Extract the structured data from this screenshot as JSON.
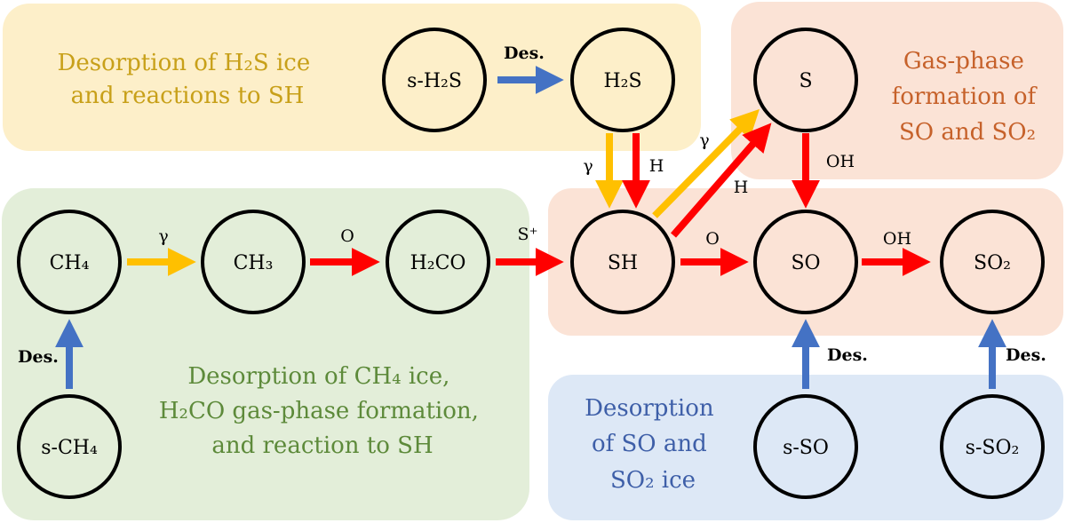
{
  "colors": {
    "yellow_region": "#fdefc9",
    "green_region": "#e3eed9",
    "orange_region": "#fbe3d6",
    "blue_region": "#dde8f6",
    "yellow_text": "#c8a019",
    "green_text": "#5d8a3a",
    "orange_text": "#c6612a",
    "blue_text": "#3e5fa8",
    "arrow_desorption": "#4472c4",
    "arrow_photo": "#ffc000",
    "arrow_reaction": "#ff0000",
    "node_stroke": "#000000"
  },
  "regions": {
    "h2s": {
      "lines": [
        "Desorption of H₂S ice",
        "and reactions to SH"
      ]
    },
    "ch4": {
      "lines": [
        "Desorption of CH₄ ice,",
        "H₂CO gas-phase formation,",
        "and reaction to SH"
      ]
    },
    "gas": {
      "lines": [
        "Gas-",
        "phase",
        "formation of",
        "SO and SO₂"
      ]
    },
    "so_ice": {
      "lines": [
        "Desorption",
        "of SO and",
        "SO₂ ice"
      ]
    }
  },
  "nodes": {
    "s_h2s": "s-H₂S",
    "h2s": "H₂S",
    "s": "S",
    "ch4": "CH₄",
    "ch3": "CH₃",
    "h2co": "H₂CO",
    "sh": "SH",
    "so": "SO",
    "so2": "SO₂",
    "s_ch4": "s-CH₄",
    "s_so": "s-SO",
    "s_so2": "s-SO₂"
  },
  "edges": {
    "s_h2s_to_h2s": "Des.",
    "h2s_to_sh_photo": "γ",
    "h2s_to_sh_h": "H",
    "sh_to_s_photo": "γ",
    "sh_to_s_h": "H",
    "s_to_so": "OH",
    "ch4_to_ch3": "γ",
    "ch3_to_h2co": "O",
    "h2co_to_sh": "S⁺",
    "sh_to_so": "O",
    "so_to_so2": "OH",
    "s_ch4_to_ch4": "Des.",
    "s_so_to_so": "Des.",
    "s_so2_to_so2": "Des."
  }
}
